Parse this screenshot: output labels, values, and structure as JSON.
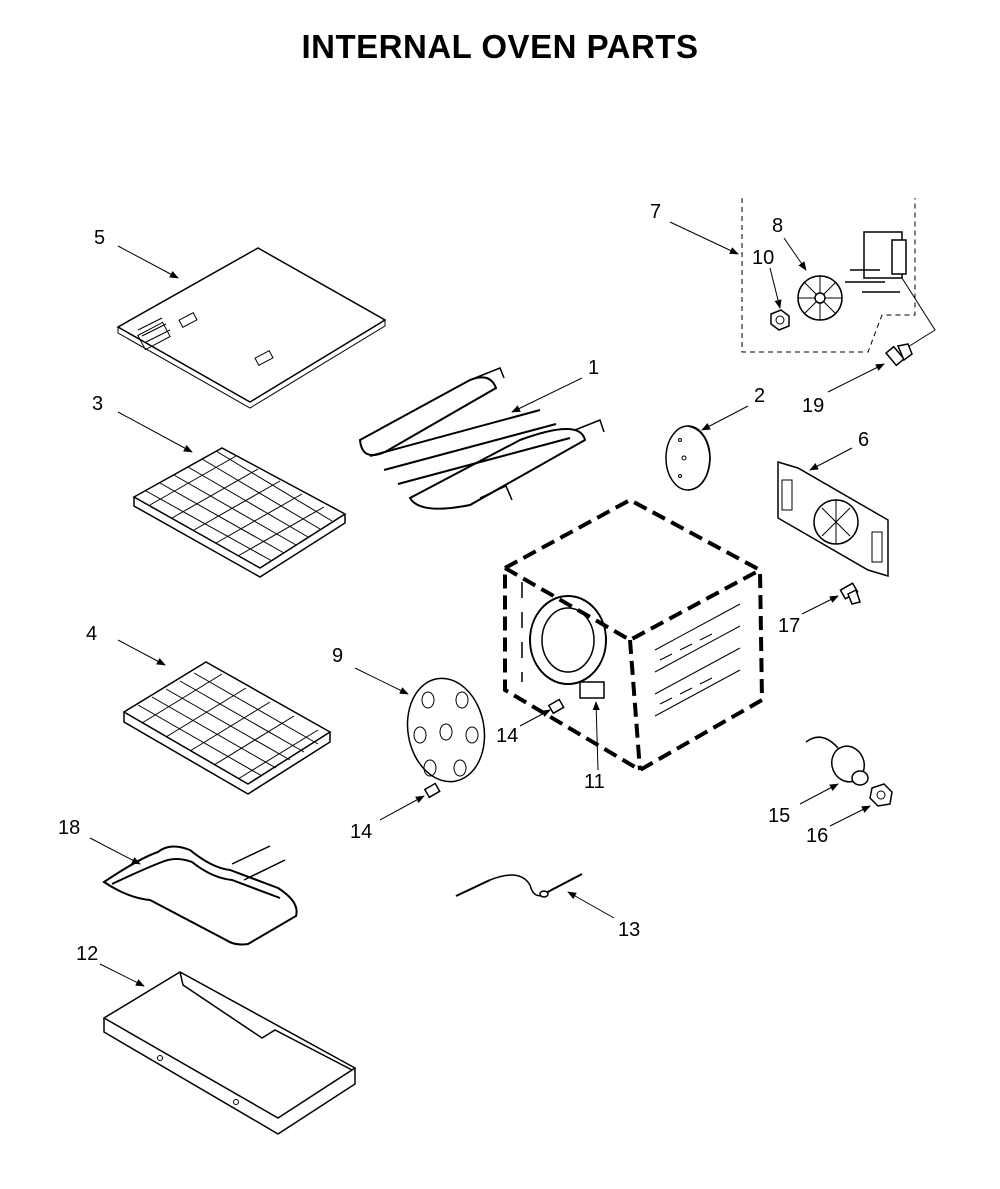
{
  "title": "INTERNAL OVEN PARTS",
  "callouts": {
    "c1": "1",
    "c2": "2",
    "c3": "3",
    "c4": "4",
    "c5": "5",
    "c6": "6",
    "c7": "7",
    "c8": "8",
    "c9": "9",
    "c10": "10",
    "c11": "11",
    "c12": "12",
    "c13": "13",
    "c14a": "14",
    "c14b": "14",
    "c15": "15",
    "c16": "16",
    "c17": "17",
    "c18": "18",
    "c19": "19"
  }
}
